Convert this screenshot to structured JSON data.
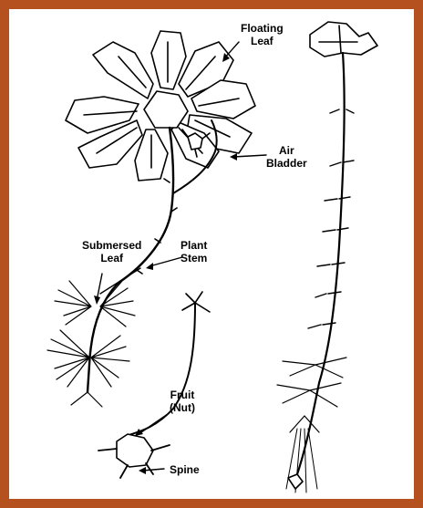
{
  "border_color": "#b4511e",
  "labels": {
    "floating_leaf": {
      "line1": "Floating",
      "line2": "Leaf"
    },
    "air_bladder": {
      "line1": "Air",
      "line2": "Bladder"
    },
    "submersed_leaf": {
      "line1": "Submersed",
      "line2": "Leaf"
    },
    "plant_stem": {
      "line1": "Plant",
      "line2": "Stem"
    },
    "fruit": {
      "line1": "Fruit",
      "line2": "(Nut)"
    },
    "spine": {
      "line1": "Spine"
    }
  }
}
